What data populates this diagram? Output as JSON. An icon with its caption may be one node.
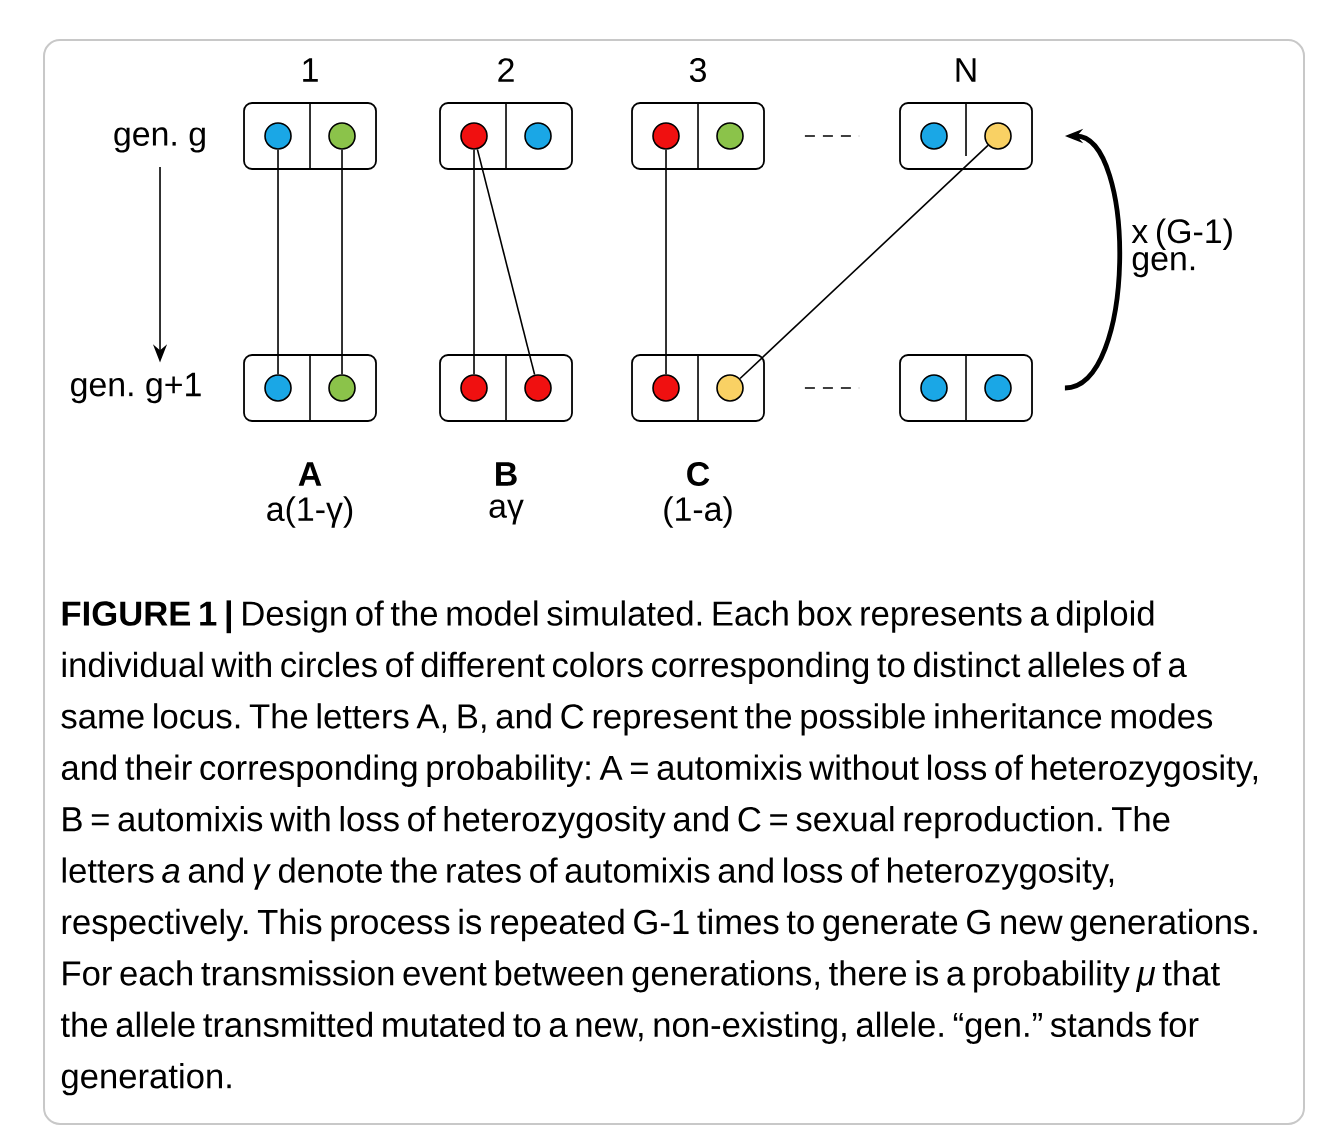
{
  "diagram": {
    "caption": "**FIGURE 1 |** Design of the model simulated. Each box represents a diploid individual with circles of different colors corresponding to distinct alleles of a same locus. The letters A, B, and C represent the possible inheritance modes and their corresponding probability: A = automixis without loss of heterozygosity, B = automixis with loss of heterozygosity and C = sexual reproduction. The letters *a* and *γ* denote the rates of automixis and loss of heterozygosity, respectively. This process is repeated G-1 times to generate G new generations. For each transmission event between generations, there is a probability *μ* that the allele transmitted mutated to a new, non-existing, allele. “gen.” stands for generation.",
    "nodes": [
      {
        "text": [
          "gen. g"
        ]
      },
      {
        "text": [],
        "shape": "box",
        "beside": [
          "1"
        ]
      },
      {
        "text": [],
        "shape": "circle",
        "in": 1
      },
      {
        "text": [],
        "shape": "circle",
        "in": 1
      },
      {
        "text": [],
        "shape": "box",
        "beside": [
          "2"
        ]
      },
      {
        "text": [],
        "shape": "circle",
        "in": 4
      },
      {
        "text": [],
        "shape": "circle",
        "in": 4
      },
      {
        "text": [],
        "shape": "box",
        "beside": [
          "3"
        ]
      },
      {
        "text": [],
        "shape": "circle",
        "in": 7
      },
      {
        "text": [],
        "shape": "circle",
        "in": 7
      },
      {
        "text": [],
        "shape": "box",
        "beside": [
          "N"
        ]
      },
      {
        "text": [],
        "shape": "circle",
        "in": 10
      },
      {
        "text": [],
        "shape": "circle",
        "in": 10
      },
      {
        "text": [
          "gen. g+1"
        ]
      },
      {
        "text": [],
        "shape": "box",
        "beside": [
          "A",
          "a(1-γ)"
        ]
      },
      {
        "text": [],
        "shape": "circle",
        "in": 14
      },
      {
        "text": [],
        "shape": "circle",
        "in": 14
      },
      {
        "text": [],
        "shape": "box",
        "beside": [
          "B",
          "aγ"
        ]
      },
      {
        "text": [],
        "shape": "circle",
        "in": 17
      },
      {
        "text": [],
        "shape": "circle",
        "in": 17
      },
      {
        "text": [],
        "shape": "box",
        "beside": [
          "C",
          "(1-a)"
        ]
      },
      {
        "text": [],
        "shape": "circle",
        "in": 20
      },
      {
        "text": [],
        "shape": "circle",
        "in": 20
      },
      {
        "text": [],
        "shape": "box"
      },
      {
        "text": [],
        "shape": "circle",
        "in": 23
      },
      {
        "text": [],
        "shape": "circle",
        "in": 23
      }
    ],
    "edges": [
      {
        "from": 0,
        "to": 13,
        "arrow": "to"
      },
      {
        "from": 2,
        "to": 15,
        "arrow": "none"
      },
      {
        "from": 3,
        "to": 16,
        "arrow": "none"
      },
      {
        "from": 5,
        "to": 18,
        "arrow": "none"
      },
      {
        "from": 5,
        "to": 19,
        "arrow": "none"
      },
      {
        "from": 8,
        "to": 21,
        "arrow": "none"
      },
      {
        "from": 12,
        "to": 22,
        "arrow": "none"
      },
      {
        "from": 7,
        "to": 10,
        "arrow": "none",
        "style": "dashed"
      },
      {
        "from": 20,
        "to": 23,
        "arrow": "none",
        "style": "dashed"
      },
      {
        "from": 23,
        "to": 10,
        "arrow": "to",
        "style": "thick",
        "label": "x (G-1) gen."
      }
    ]
  }
}
